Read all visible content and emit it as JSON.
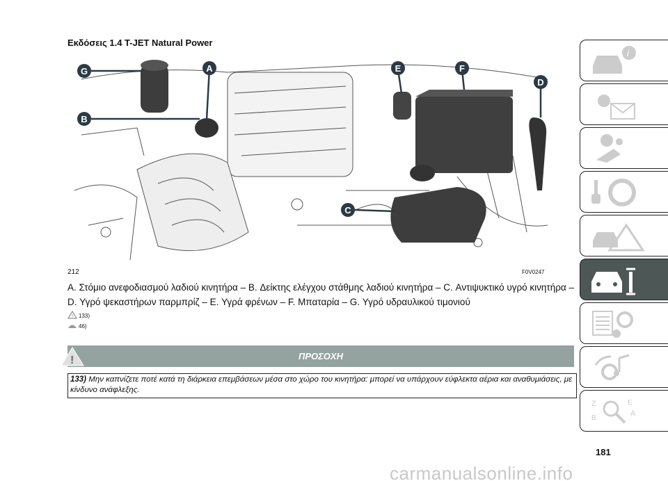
{
  "title": "Εκδόσεις 1.4 T-JET Natural Power",
  "figure": {
    "number": "212",
    "code": "F0V0247",
    "callouts": [
      "A",
      "B",
      "C",
      "D",
      "E",
      "F",
      "G"
    ]
  },
  "caption": "A. Στόμιο ανεφοδιασμού λαδιού κινητήρα – B. Δείκτης ελέγχου στάθμης λαδιού κινητήρα – C. Αντιψυκτικό υγρό κινητήρα – D. Υγρό ψεκαστήρων παρμπρίζ – E. Υγρά φρένων – F. Μπαταρία – G. Υγρό υδραυλικού τιμονιού",
  "notes": [
    "133)",
    "46)"
  ],
  "warning": {
    "title": "ΠΡΟΣΟΧΗ",
    "number": "133)",
    "text": "Μην καπνίζετε ποτέ κατά τη διάρκεια επεμβάσεων μέσα στο χώρο του κινητήρα: μπορεί να υπάρχουν εύφλεκτα αέρια και αναθυμιάσεις, με κίνδυνο ανάφλεξης."
  },
  "sidebar": {
    "tabs": [
      "car-info",
      "warning-lights",
      "safety",
      "starting-driving",
      "emergency",
      "maintenance",
      "technical-data",
      "multimedia",
      "index"
    ],
    "active": 5
  },
  "page_number": "181",
  "watermark": "carmanualsonline.info"
}
